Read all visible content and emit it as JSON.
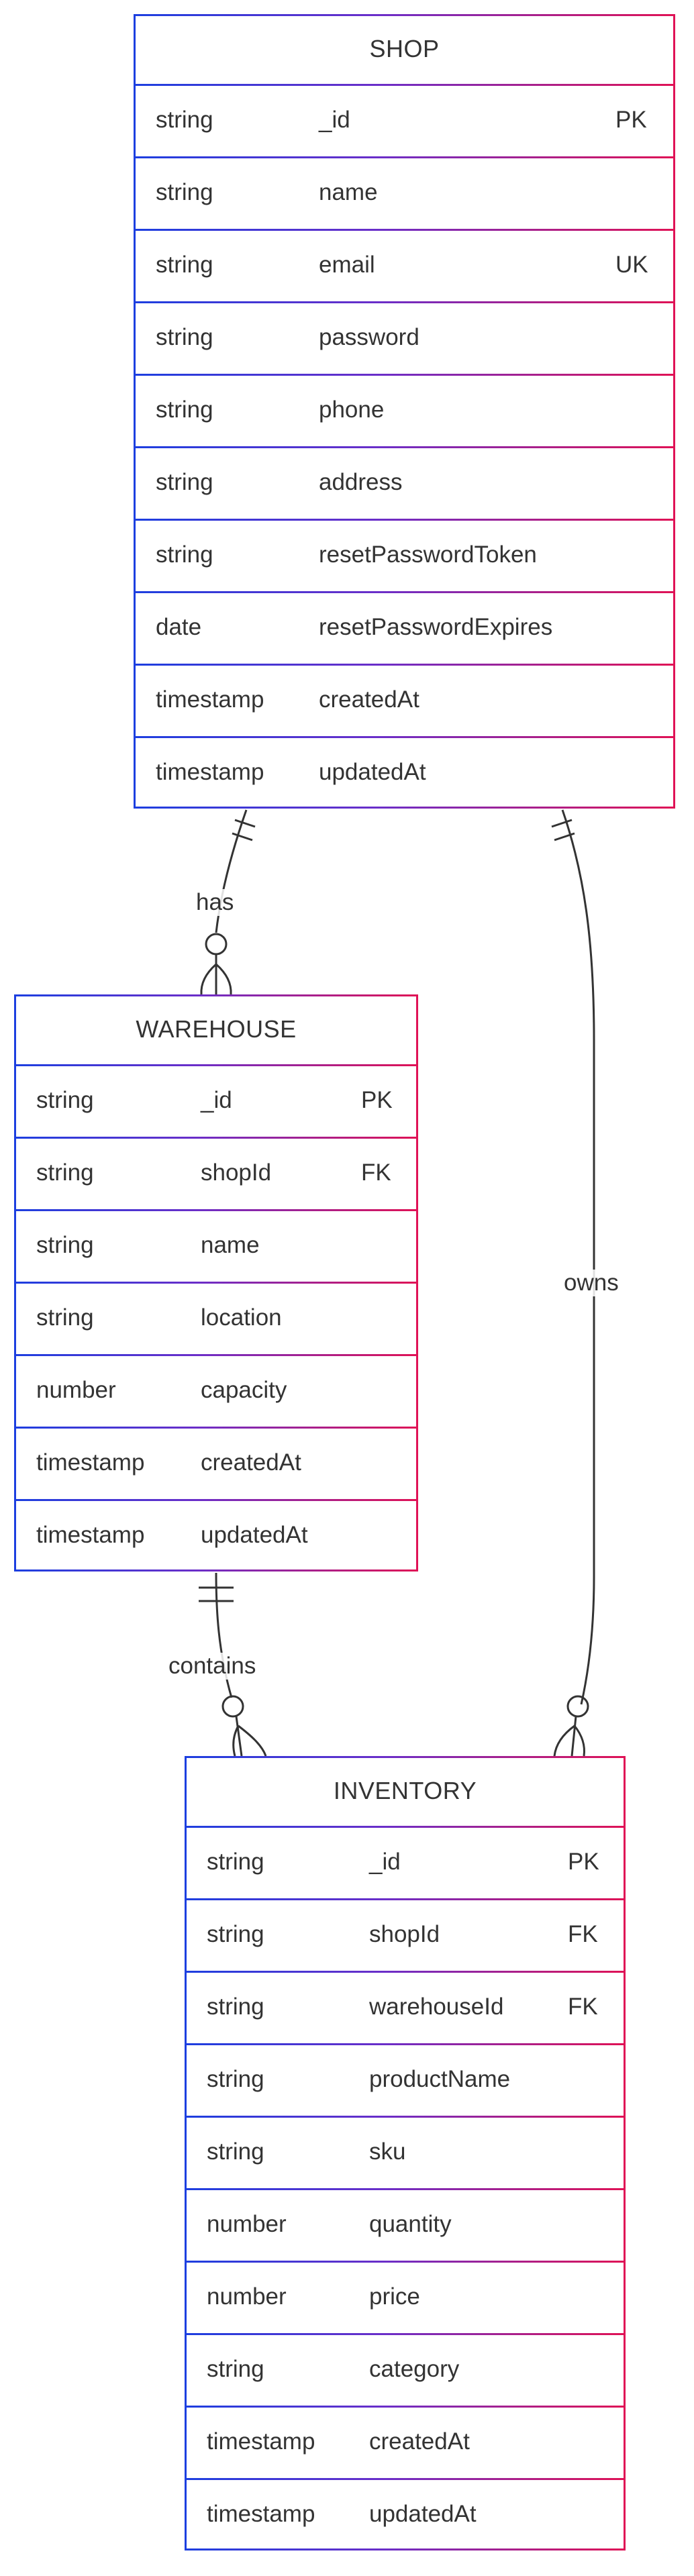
{
  "diagram_type": "entity-relationship",
  "entities": [
    {
      "id": "shop",
      "name": "SHOP",
      "attributes": [
        {
          "type": "string",
          "name": "_id",
          "key": "PK"
        },
        {
          "type": "string",
          "name": "name",
          "key": ""
        },
        {
          "type": "string",
          "name": "email",
          "key": "UK"
        },
        {
          "type": "string",
          "name": "password",
          "key": ""
        },
        {
          "type": "string",
          "name": "phone",
          "key": ""
        },
        {
          "type": "string",
          "name": "address",
          "key": ""
        },
        {
          "type": "string",
          "name": "resetPasswordToken",
          "key": ""
        },
        {
          "type": "date",
          "name": "resetPasswordExpires",
          "key": ""
        },
        {
          "type": "timestamp",
          "name": "createdAt",
          "key": ""
        },
        {
          "type": "timestamp",
          "name": "updatedAt",
          "key": ""
        }
      ]
    },
    {
      "id": "warehouse",
      "name": "WAREHOUSE",
      "attributes": [
        {
          "type": "string",
          "name": "_id",
          "key": "PK"
        },
        {
          "type": "string",
          "name": "shopId",
          "key": "FK"
        },
        {
          "type": "string",
          "name": "name",
          "key": ""
        },
        {
          "type": "string",
          "name": "location",
          "key": ""
        },
        {
          "type": "number",
          "name": "capacity",
          "key": ""
        },
        {
          "type": "timestamp",
          "name": "createdAt",
          "key": ""
        },
        {
          "type": "timestamp",
          "name": "updatedAt",
          "key": ""
        }
      ]
    },
    {
      "id": "inventory",
      "name": "INVENTORY",
      "attributes": [
        {
          "type": "string",
          "name": "_id",
          "key": "PK"
        },
        {
          "type": "string",
          "name": "shopId",
          "key": "FK"
        },
        {
          "type": "string",
          "name": "warehouseId",
          "key": "FK"
        },
        {
          "type": "string",
          "name": "productName",
          "key": ""
        },
        {
          "type": "string",
          "name": "sku",
          "key": ""
        },
        {
          "type": "number",
          "name": "quantity",
          "key": ""
        },
        {
          "type": "number",
          "name": "price",
          "key": ""
        },
        {
          "type": "string",
          "name": "category",
          "key": ""
        },
        {
          "type": "timestamp",
          "name": "createdAt",
          "key": ""
        },
        {
          "type": "timestamp",
          "name": "updatedAt",
          "key": ""
        }
      ]
    }
  ],
  "relationships": [
    {
      "id": "has",
      "from": "shop",
      "to": "warehouse",
      "label": "has",
      "from_cardinality": "exactly-one",
      "to_cardinality": "zero-or-more"
    },
    {
      "id": "owns",
      "from": "shop",
      "to": "inventory",
      "label": "owns",
      "from_cardinality": "exactly-one",
      "to_cardinality": "zero-or-more"
    },
    {
      "id": "contains",
      "from": "warehouse",
      "to": "inventory",
      "label": "contains",
      "from_cardinality": "exactly-one",
      "to_cardinality": "zero-or-more"
    }
  ],
  "colors": {
    "border_start": "#1c3fe0",
    "border_end": "#e01255",
    "text": "#333333",
    "line": "#333333"
  }
}
